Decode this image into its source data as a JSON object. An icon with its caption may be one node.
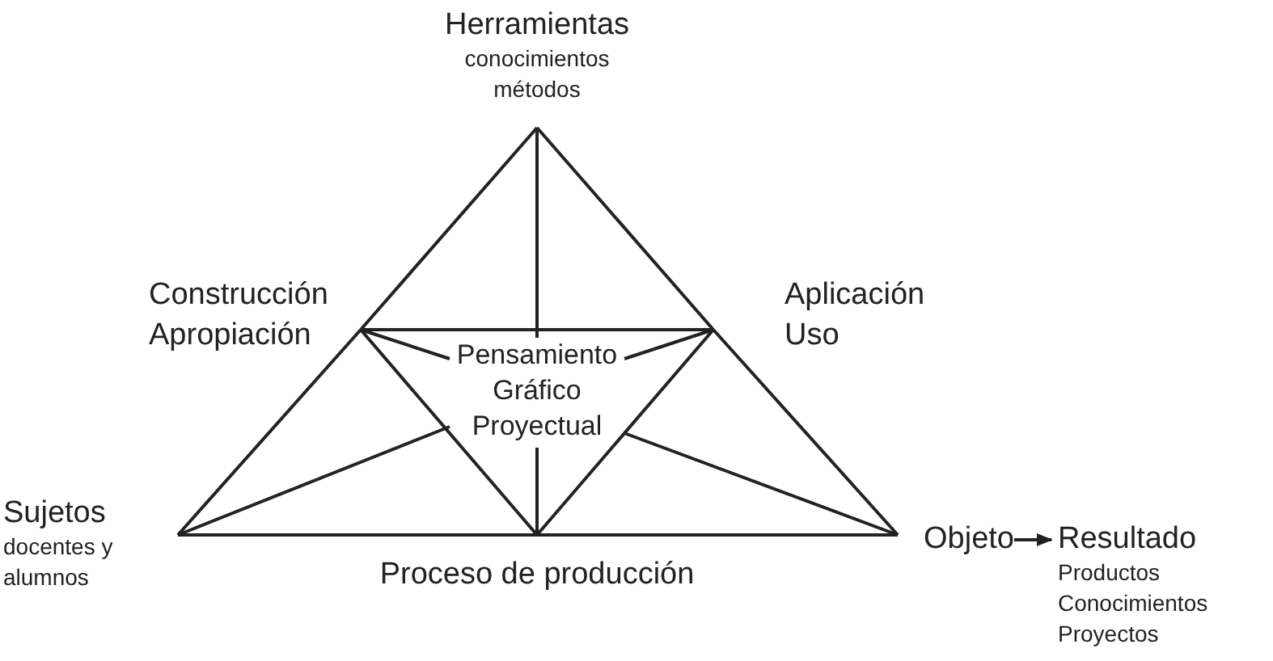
{
  "diagram": {
    "nodes": [
      {
        "text": [
          "Herramientas",
          "conocimientos métodos"
        ]
      },
      {
        "text": [
          "Construcción Apropiación"
        ]
      },
      {
        "text": [
          "Aplicación Uso"
        ]
      },
      {
        "text": [
          "Pensamiento Gráfico Proyectual"
        ]
      },
      {
        "text": [
          "Sujetos",
          "docentes y alumnos"
        ]
      },
      {
        "text": [
          "Proceso de producción"
        ]
      },
      {
        "text": [
          "Objeto"
        ]
      },
      {
        "text": [
          "Resultado",
          "Productos Conocimientos Proyectos"
        ]
      }
    ],
    "edges": [
      {
        "from": 0,
        "to": 1,
        "arrow": "none"
      },
      {
        "from": 1,
        "to": 4,
        "arrow": "none"
      },
      {
        "from": 0,
        "to": 2,
        "arrow": "none"
      },
      {
        "from": 2,
        "to": 6,
        "arrow": "none"
      },
      {
        "from": 4,
        "to": 5,
        "arrow": "none"
      },
      {
        "from": 5,
        "to": 6,
        "arrow": "none"
      },
      {
        "from": 1,
        "to": 2,
        "arrow": "none"
      },
      {
        "from": 1,
        "to": 5,
        "arrow": "none"
      },
      {
        "from": 2,
        "to": 5,
        "arrow": "none"
      },
      {
        "from": 0,
        "to": 3,
        "arrow": "none"
      },
      {
        "from": 1,
        "to": 3,
        "arrow": "none"
      },
      {
        "from": 2,
        "to": 3,
        "arrow": "none"
      },
      {
        "from": 4,
        "to": 3,
        "arrow": "none"
      },
      {
        "from": 6,
        "to": 3,
        "arrow": "none"
      },
      {
        "from": 5,
        "to": 3,
        "arrow": "none"
      },
      {
        "from": 6,
        "to": 7,
        "arrow": "to"
      }
    ]
  }
}
